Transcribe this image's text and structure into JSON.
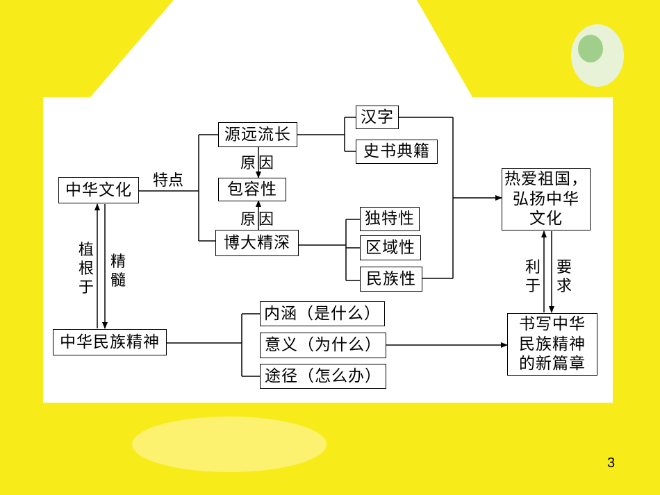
{
  "diagram": {
    "nodes": {
      "zhonghua_wenhua": "中华文化",
      "yuanyuan_liuchang": "源远流长",
      "baorongxing": "包容性",
      "boda_jingshen": "博大精深",
      "hanzi": "汉字",
      "shishu_dianji": "史书典籍",
      "dutexing": "独特性",
      "quyuxing": "区域性",
      "minzuxing": "民族性",
      "reai_zuguo": "热爱祖国，\n弘扬中华\n文化",
      "minzu_jingshen": "中华民族精神",
      "neihan": "内涵（是什么）",
      "yiyi": "意义（为什么）",
      "tujing": "途径（怎么办）",
      "shuxie_xinpian": "书写中华\n民族精神\n的新篇章"
    },
    "labels": {
      "tedian": "特点",
      "yuanyin_top": "原因",
      "yuanyin_bottom": "原因",
      "zhigenyu": "植\n根\n于",
      "jingsui": "精\n髓",
      "liyu": "利\n于",
      "yaoqiu": "要\n求"
    }
  },
  "footer": {
    "page_number": "3"
  }
}
